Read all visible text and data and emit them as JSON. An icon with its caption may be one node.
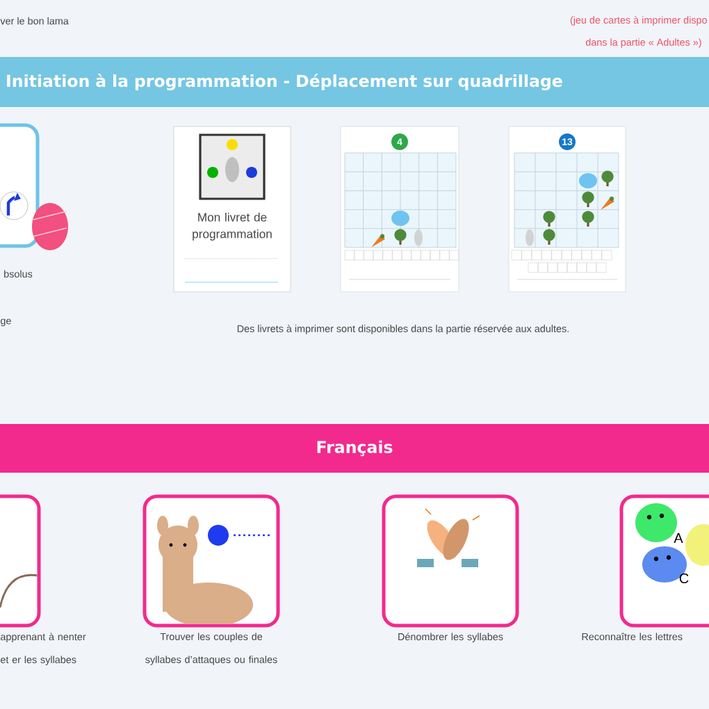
{
  "diagram": {
    "nodes": [
      {
        "text": [
          "Initiation à la programmation - Déplacement sur quadrillage"
        ]
      },
      {
        "text": [],
        "shape": "picture",
        "beside": [
          "bsolus"
        ]
      },
      {
        "text": [
          "Mon livret de programmation"
        ]
      },
      {
        "text": [],
        "shape": "box"
      },
      {
        "text": [
          "4"
        ],
        "in": 3
      },
      {
        "text": [],
        "shape": "box"
      },
      {
        "text": [
          "13"
        ],
        "in": 5
      },
      {
        "text": [
          "Français"
        ]
      },
      {
        "text": [],
        "shape": "picture",
        "beside": [
          "apprenant à nenter et er les syllabes"
        ]
      },
      {
        "text": [],
        "shape": "picture",
        "beside": [
          "Trouver les couples de syllabes d’attaques ou finales"
        ]
      },
      {
        "text": [],
        "shape": "picture",
        "beside": [
          "Dénombrer les syllabes"
        ]
      },
      {
        "text": [],
        "shape": "picture",
        "beside": [
          "Reconnaître les lettres"
        ]
      }
    ],
    "labels": [
      "ver le bon lama",
      "(jeu de cartes à imprimer dispo",
      "dans la partie « Adultes »)",
      "ge",
      "Des livrets à imprimer sont disponibles dans la partie réservée aux adultes.",
      "A",
      "C"
    ]
  }
}
